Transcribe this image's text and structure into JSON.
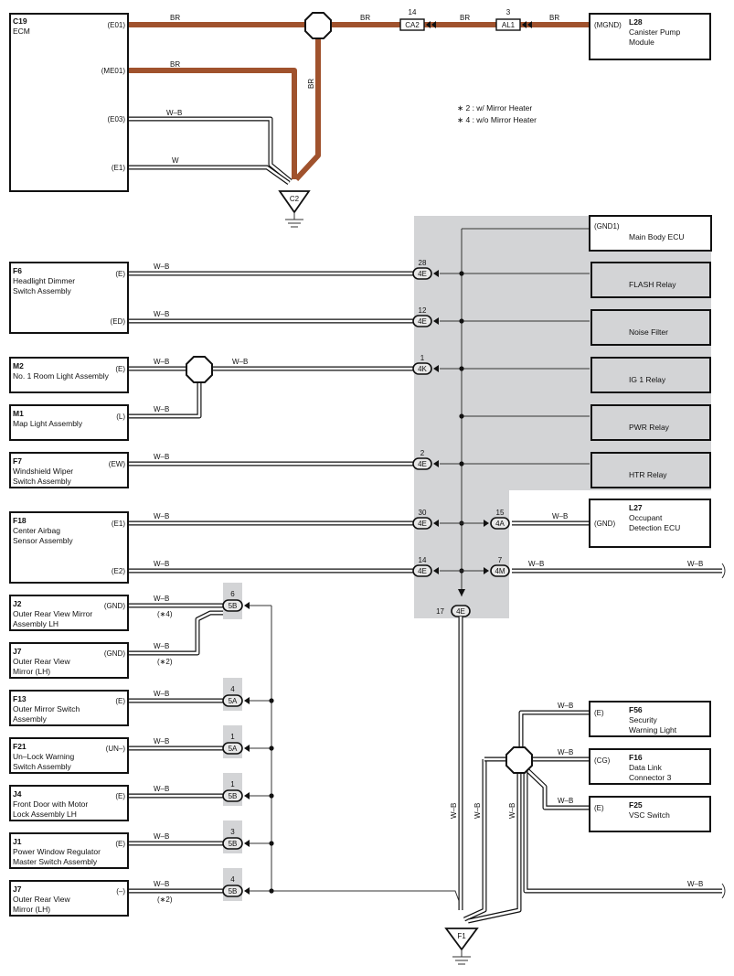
{
  "notes": {
    "n2": "∗ 2 : w/ Mirror Heater",
    "n4": "∗ 4 : w/o Mirror Heater"
  },
  "wire_colors": {
    "BR": "#a0522d",
    "WB": "#111111"
  },
  "components": {
    "c19": {
      "code": "C19",
      "name": "ECM",
      "pins": [
        "(E01)",
        "(ME01)",
        "(E03)",
        "(E1)"
      ]
    },
    "l28": {
      "code": "L28",
      "line1": "Canister Pump",
      "line2": "Module",
      "pin": "(MGND)"
    },
    "f6": {
      "code": "F6",
      "line1": "Headlight Dimmer",
      "line2": "Switch Assembly",
      "pin1": "(E)",
      "pin2": "(ED)"
    },
    "m2": {
      "code": "M2",
      "line1": "No. 1 Room Light Assembly",
      "pin": "(E)"
    },
    "m1": {
      "code": "M1",
      "line1": "Map Light Assembly",
      "pin": "(L)"
    },
    "f7": {
      "code": "F7",
      "line1": "Windshield Wiper",
      "line2": "Switch Assembly",
      "pin": "(EW)"
    },
    "f18": {
      "code": "F18",
      "line1": "Center Airbag",
      "line2": "Sensor Assembly",
      "pin1": "(E1)",
      "pin2": "(E2)"
    },
    "j2": {
      "code": "J2",
      "line1": "Outer Rear View Mirror",
      "line2": "Assembly LH",
      "pin": "(GND)",
      "note": "(∗4)"
    },
    "j7a": {
      "code": "J7",
      "line1": "Outer Rear View",
      "line2": "Mirror (LH)",
      "pin": "(GND)",
      "note": "(∗2)"
    },
    "f13": {
      "code": "F13",
      "line1": "Outer Mirror Switch",
      "line2": "Assembly",
      "pin": "(E)"
    },
    "f21": {
      "code": "F21",
      "line1": "Un–Lock Warning",
      "line2": "Switch Assembly",
      "pin": "(UN–)"
    },
    "j4": {
      "code": "J4",
      "line1": "Front Door with Motor",
      "line2": "Lock Assembly LH",
      "pin": "(E)"
    },
    "j1": {
      "code": "J1",
      "line1": "Power Window Regulator",
      "line2": "Master Switch Assembly",
      "pin": "(E)"
    },
    "j7b": {
      "code": "J7",
      "line1": "Outer Rear View",
      "line2": "Mirror (LH)",
      "pin": "(–)",
      "note": "(∗2)"
    },
    "l27": {
      "code": "L27",
      "line1": "Occupant",
      "line2": "Detection ECU",
      "pin": "(GND)"
    },
    "f56": {
      "code": "F56",
      "line1": "Security",
      "line2": "Warning Light",
      "pin": "(E)"
    },
    "f16": {
      "code": "F16",
      "line1": "Data Link",
      "line2": "Connector 3",
      "pin": "(CG)"
    },
    "f25": {
      "code": "F25",
      "line1": "VSC Switch",
      "pin": "(E)"
    }
  },
  "ecu": {
    "pin": "(GND1)",
    "name": "Main Body ECU",
    "relays": [
      "FLASH Relay",
      "Noise Filter",
      "IG 1 Relay",
      "PWR Relay",
      "HTR Relay"
    ]
  },
  "connectors": {
    "ca2": {
      "id": "CA2",
      "pin": "14"
    },
    "al1": {
      "id": "AL1",
      "pin": "3"
    },
    "e28": {
      "id": "4E",
      "pin": "28"
    },
    "e12": {
      "id": "4E",
      "pin": "12"
    },
    "k1": {
      "id": "4K",
      "pin": "1"
    },
    "e2": {
      "id": "4E",
      "pin": "2"
    },
    "e30": {
      "id": "4E",
      "pin": "30"
    },
    "a15": {
      "id": "4A",
      "pin": "15"
    },
    "e14": {
      "id": "4E",
      "pin": "14"
    },
    "m7": {
      "id": "4M",
      "pin": "7"
    },
    "e17": {
      "id": "4E",
      "pin": "17"
    },
    "b6": {
      "id": "5B",
      "pin": "6"
    },
    "a4": {
      "id": "5A",
      "pin": "4"
    },
    "a1": {
      "id": "5A",
      "pin": "1"
    },
    "b1": {
      "id": "5B",
      "pin": "1"
    },
    "b3": {
      "id": "5B",
      "pin": "3"
    },
    "b4": {
      "id": "5B",
      "pin": "4"
    }
  },
  "grounds": {
    "c2": "C2",
    "f1": "F1"
  },
  "labels": {
    "br": "BR",
    "w": "W",
    "wb": "W–B"
  }
}
